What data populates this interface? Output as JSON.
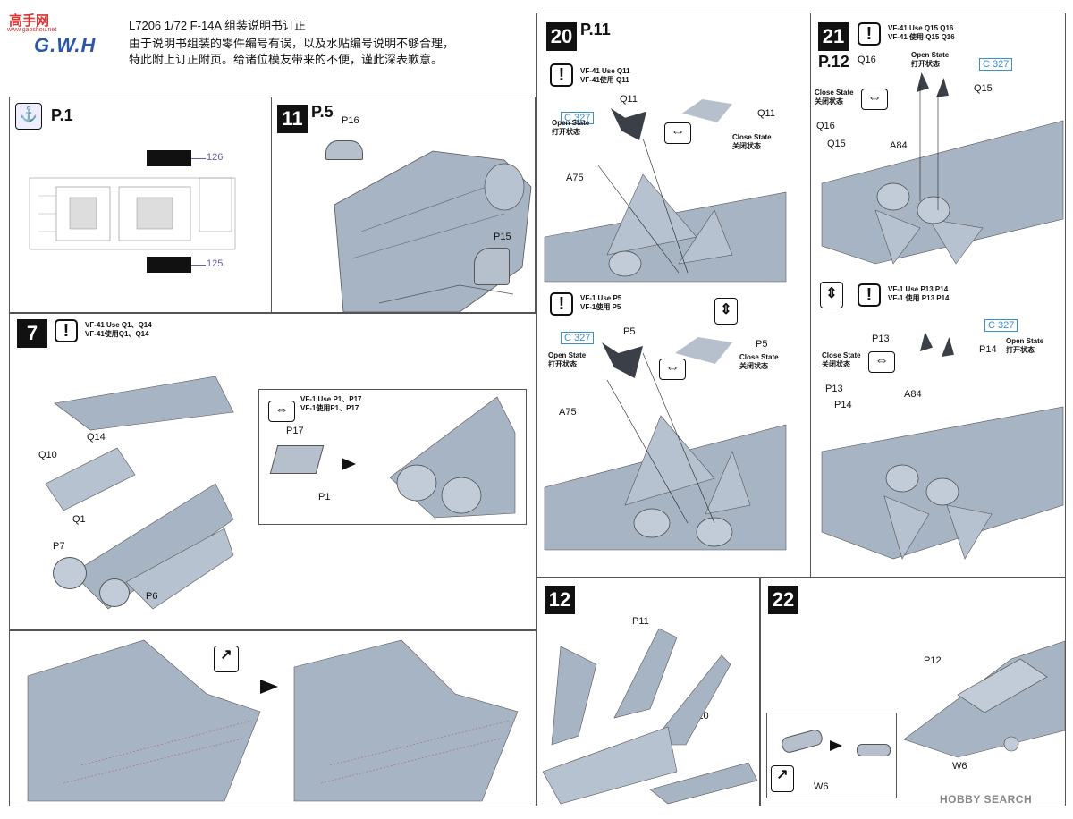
{
  "header": {
    "site_logo": "高手网",
    "site_url": "www.gaoshou.net",
    "brand_logo": "G.W.H",
    "title_line": "L7206 1/72 F-14A 组装说明书订正",
    "body_line1": "由于说明书组装的零件编号有误，以及水贴编号说明不够合理，",
    "body_line2": "特此附上订正附页。给诸位模友带来的不便，谨此深表歉意。"
  },
  "p1": {
    "page": "P.1",
    "callout_126": "126",
    "callout_125": "125"
  },
  "s11": {
    "num": "11",
    "page": "P.5",
    "parts": {
      "p16": "P16",
      "p15": "P15"
    }
  },
  "s20": {
    "num": "20",
    "page": "P.11",
    "note_a_en": "VF-41 Use Q11",
    "note_a_cn": "VF-41使用 Q11",
    "note_b_en": "VF-1 Use P5",
    "note_b_cn": "VF-1使用 P5",
    "decal": "C 327",
    "open_en": "Open State",
    "open_cn": "打开状态",
    "close_en": "Close State",
    "close_cn": "关闭状态",
    "parts": {
      "q11": "Q11",
      "a75": "A75",
      "p5": "P5"
    }
  },
  "s21": {
    "num": "21",
    "page": "P.12",
    "note_a_en": "VF-41 Use Q15 Q16",
    "note_a_cn": "VF-41 使用 Q15 Q16",
    "note_b_en": "VF-1 Use P13 P14",
    "note_b_cn": "VF-1 使用 P13 P14",
    "decal": "C 327",
    "open_en": "Open State",
    "open_cn": "打开状态",
    "close_en": "Close State",
    "close_cn": "关闭状态",
    "parts": {
      "q16": "Q16",
      "q15": "Q15",
      "a84": "A84",
      "p13": "P13",
      "p14": "P14"
    }
  },
  "s7": {
    "num": "7",
    "note_en": "VF-41 Use Q1、Q14",
    "note_cn": "VF-41使用Q1、Q14",
    "sub_note_en": "VF-1 Use P1、P17",
    "sub_note_cn": "VF-1使用P1、P17",
    "parts": {
      "q14": "Q14",
      "q10": "Q10",
      "q1": "Q1",
      "p7": "P7",
      "p6": "P6",
      "p17": "P17",
      "p1": "P1"
    }
  },
  "s12": {
    "num": "12",
    "parts": {
      "p11": "P11",
      "p10": "P10"
    }
  },
  "s22": {
    "num": "22",
    "parts": {
      "p12": "P12",
      "w6a": "W6",
      "w6b": "W6"
    }
  },
  "footer": {
    "watermark": "HOBBY SEARCH"
  },
  "colors": {
    "model_gray": "#a7b4c4",
    "decal_blue": "#3a8fd0",
    "callout_purple": "#6a5aa8"
  }
}
